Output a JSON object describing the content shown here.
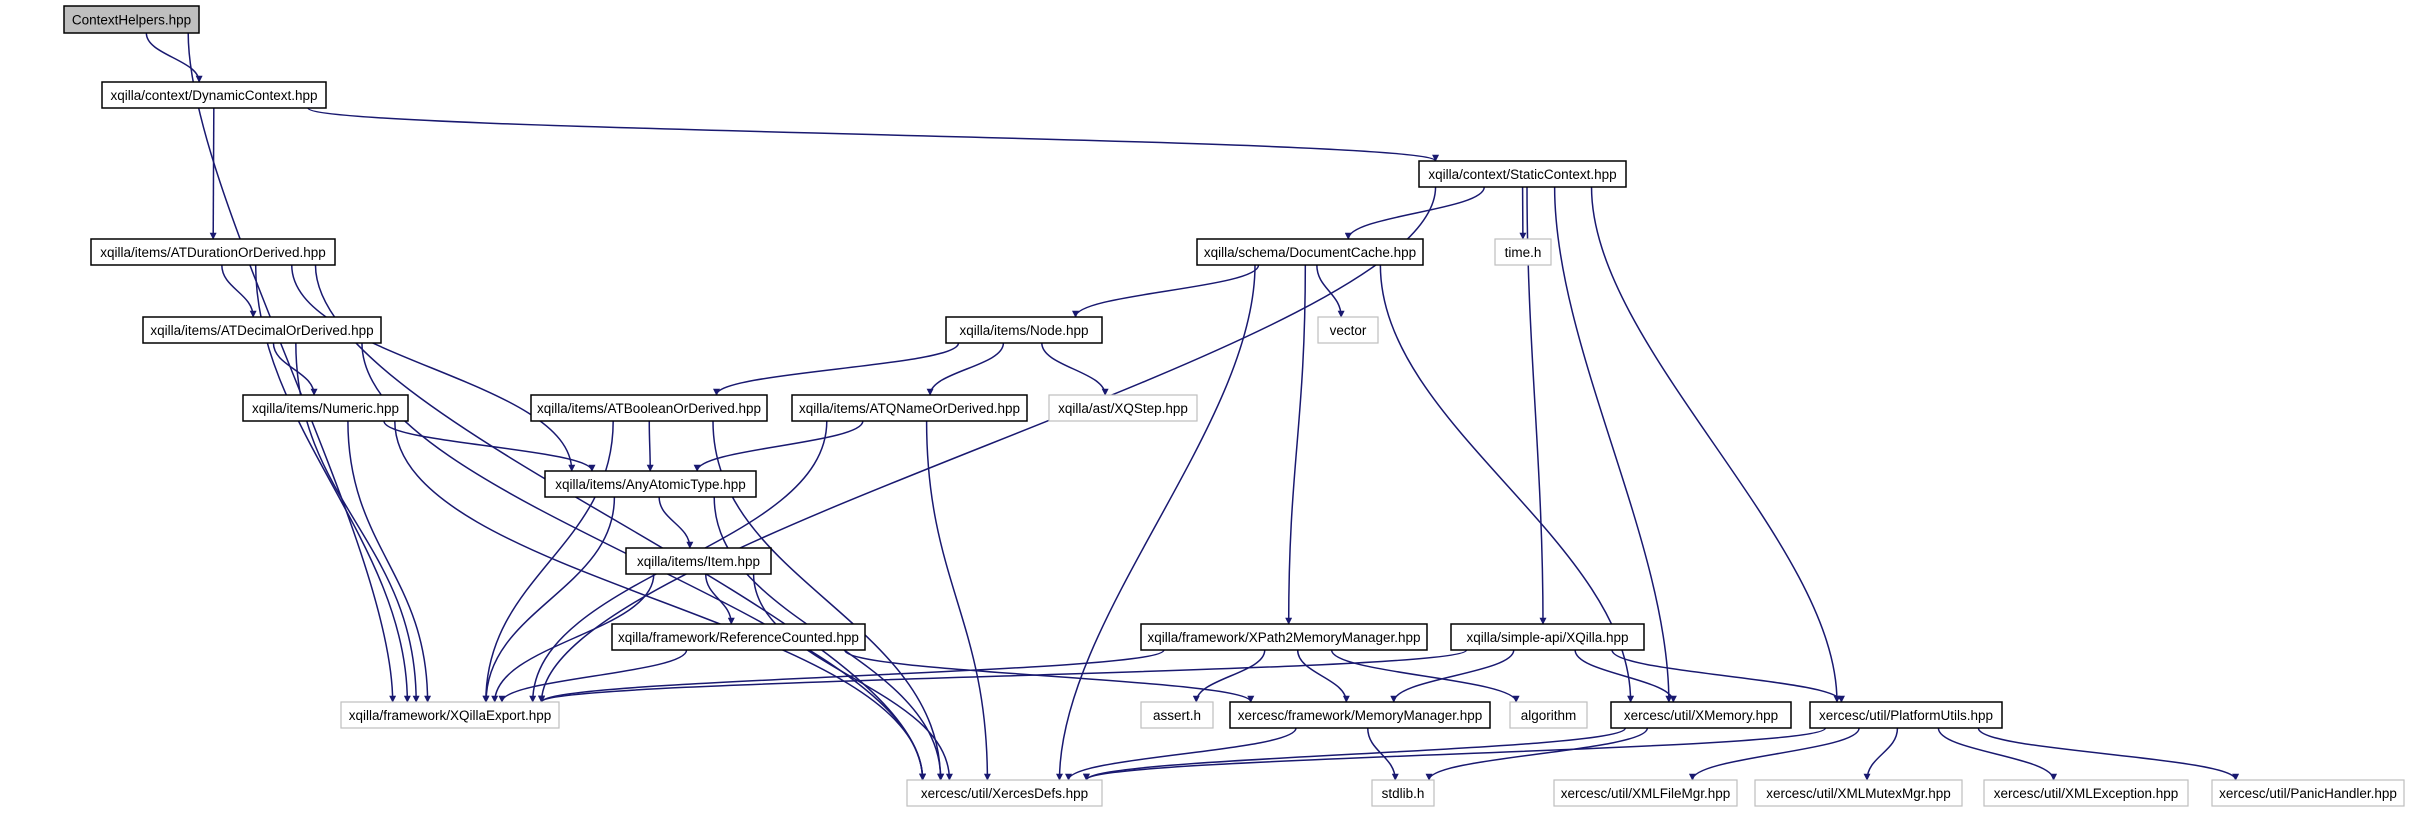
{
  "colors": {
    "edge": "#191970",
    "root_fill": "#bfbfbf",
    "node_border": "#000000",
    "external_border": "#bfbfbf"
  },
  "nodes": [
    {
      "id": "context_helpers",
      "label": "ContextHelpers.hpp",
      "style": "root"
    },
    {
      "id": "dynamic_context",
      "label": "xqilla/context/DynamicContext.hpp",
      "style": "std"
    },
    {
      "id": "static_context",
      "label": "xqilla/context/StaticContext.hpp",
      "style": "std"
    },
    {
      "id": "at_duration",
      "label": "xqilla/items/ATDurationOrDerived.hpp",
      "style": "std"
    },
    {
      "id": "document_cache",
      "label": "xqilla/schema/DocumentCache.hpp",
      "style": "std"
    },
    {
      "id": "time_h",
      "label": "time.h",
      "style": "ext"
    },
    {
      "id": "at_decimal",
      "label": "xqilla/items/ATDecimalOrDerived.hpp",
      "style": "std"
    },
    {
      "id": "node_hpp",
      "label": "xqilla/items/Node.hpp",
      "style": "std"
    },
    {
      "id": "vector",
      "label": "vector",
      "style": "ext"
    },
    {
      "id": "numeric",
      "label": "xqilla/items/Numeric.hpp",
      "style": "std"
    },
    {
      "id": "at_boolean",
      "label": "xqilla/items/ATBooleanOrDerived.hpp",
      "style": "std"
    },
    {
      "id": "at_qname",
      "label": "xqilla/items/ATQNameOrDerived.hpp",
      "style": "std"
    },
    {
      "id": "xqstep",
      "label": "xqilla/ast/XQStep.hpp",
      "style": "ext"
    },
    {
      "id": "any_atomic",
      "label": "xqilla/items/AnyAtomicType.hpp",
      "style": "std"
    },
    {
      "id": "item_hpp",
      "label": "xqilla/items/Item.hpp",
      "style": "std"
    },
    {
      "id": "ref_counted",
      "label": "xqilla/framework/ReferenceCounted.hpp",
      "style": "std"
    },
    {
      "id": "xpath2mm",
      "label": "xqilla/framework/XPath2MemoryManager.hpp",
      "style": "std"
    },
    {
      "id": "xqilla_api",
      "label": "xqilla/simple-api/XQilla.hpp",
      "style": "std"
    },
    {
      "id": "xqilla_export",
      "label": "xqilla/framework/XQillaExport.hpp",
      "style": "ext"
    },
    {
      "id": "assert_h",
      "label": "assert.h",
      "style": "ext"
    },
    {
      "id": "memory_manager",
      "label": "xercesc/framework/MemoryManager.hpp",
      "style": "std"
    },
    {
      "id": "algorithm",
      "label": "algorithm",
      "style": "ext"
    },
    {
      "id": "xmemory",
      "label": "xercesc/util/XMemory.hpp",
      "style": "std"
    },
    {
      "id": "platform_utils",
      "label": "xercesc/util/PlatformUtils.hpp",
      "style": "std"
    },
    {
      "id": "xerces_defs",
      "label": "xercesc/util/XercesDefs.hpp",
      "style": "ext"
    },
    {
      "id": "stdlib_h",
      "label": "stdlib.h",
      "style": "ext"
    },
    {
      "id": "xml_file_mgr",
      "label": "xercesc/util/XMLFileMgr.hpp",
      "style": "ext"
    },
    {
      "id": "xml_mutex_mgr",
      "label": "xercesc/util/XMLMutexMgr.hpp",
      "style": "ext"
    },
    {
      "id": "xml_exception",
      "label": "xercesc/util/XMLException.hpp",
      "style": "ext"
    },
    {
      "id": "panic_handler",
      "label": "xercesc/util/PanicHandler.hpp",
      "style": "ext"
    }
  ],
  "edges": [
    [
      "context_helpers",
      "dynamic_context"
    ],
    [
      "context_helpers",
      "xqilla_export"
    ],
    [
      "dynamic_context",
      "static_context"
    ],
    [
      "dynamic_context",
      "at_duration"
    ],
    [
      "static_context",
      "xqilla_export"
    ],
    [
      "static_context",
      "document_cache"
    ],
    [
      "static_context",
      "time_h"
    ],
    [
      "static_context",
      "xqilla_api"
    ],
    [
      "static_context",
      "xmemory"
    ],
    [
      "static_context",
      "platform_utils"
    ],
    [
      "at_duration",
      "at_decimal"
    ],
    [
      "at_duration",
      "any_atomic"
    ],
    [
      "at_duration",
      "xqilla_export"
    ],
    [
      "at_duration",
      "xerces_defs"
    ],
    [
      "at_decimal",
      "numeric"
    ],
    [
      "at_decimal",
      "xqilla_export"
    ],
    [
      "at_decimal",
      "xerces_defs"
    ],
    [
      "numeric",
      "any_atomic"
    ],
    [
      "numeric",
      "xqilla_export"
    ],
    [
      "numeric",
      "xerces_defs"
    ],
    [
      "document_cache",
      "node_hpp"
    ],
    [
      "document_cache",
      "vector"
    ],
    [
      "document_cache",
      "xpath2mm"
    ],
    [
      "document_cache",
      "xerces_defs"
    ],
    [
      "document_cache",
      "xmemory"
    ],
    [
      "node_hpp",
      "at_boolean"
    ],
    [
      "node_hpp",
      "at_qname"
    ],
    [
      "node_hpp",
      "xqstep"
    ],
    [
      "at_boolean",
      "any_atomic"
    ],
    [
      "at_boolean",
      "xqilla_export"
    ],
    [
      "at_boolean",
      "xerces_defs"
    ],
    [
      "at_qname",
      "any_atomic"
    ],
    [
      "at_qname",
      "xqilla_export"
    ],
    [
      "at_qname",
      "xerces_defs"
    ],
    [
      "any_atomic",
      "item_hpp"
    ],
    [
      "any_atomic",
      "xqilla_export"
    ],
    [
      "any_atomic",
      "xerces_defs"
    ],
    [
      "item_hpp",
      "ref_counted"
    ],
    [
      "item_hpp",
      "xqilla_export"
    ],
    [
      "item_hpp",
      "xerces_defs"
    ],
    [
      "ref_counted",
      "xqilla_export"
    ],
    [
      "ref_counted",
      "memory_manager"
    ],
    [
      "xpath2mm",
      "xqilla_export"
    ],
    [
      "xpath2mm",
      "assert_h"
    ],
    [
      "xpath2mm",
      "memory_manager"
    ],
    [
      "xpath2mm",
      "algorithm"
    ],
    [
      "xqilla_api",
      "xqilla_export"
    ],
    [
      "xqilla_api",
      "memory_manager"
    ],
    [
      "xqilla_api",
      "xmemory"
    ],
    [
      "xqilla_api",
      "platform_utils"
    ],
    [
      "memory_manager",
      "xerces_defs"
    ],
    [
      "memory_manager",
      "stdlib_h"
    ],
    [
      "xmemory",
      "xerces_defs"
    ],
    [
      "xmemory",
      "stdlib_h"
    ],
    [
      "platform_utils",
      "xerces_defs"
    ],
    [
      "platform_utils",
      "xml_file_mgr"
    ],
    [
      "platform_utils",
      "xml_mutex_mgr"
    ],
    [
      "platform_utils",
      "xml_exception"
    ],
    [
      "platform_utils",
      "panic_handler"
    ]
  ]
}
